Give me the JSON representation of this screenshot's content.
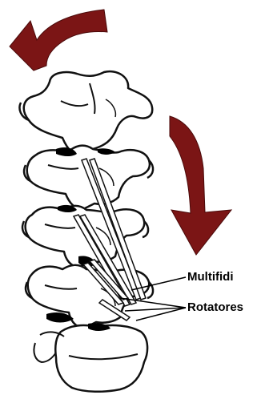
{
  "labels": {
    "multifidi": "Multifidi",
    "rotatores": "Rotatores"
  },
  "colors": {
    "arrow": "#7b1515",
    "outline": "#111111",
    "bone": "#ffffff",
    "shadow": "#000000"
  },
  "arrows": [
    "rotation-arrow",
    "downward-arrow"
  ]
}
